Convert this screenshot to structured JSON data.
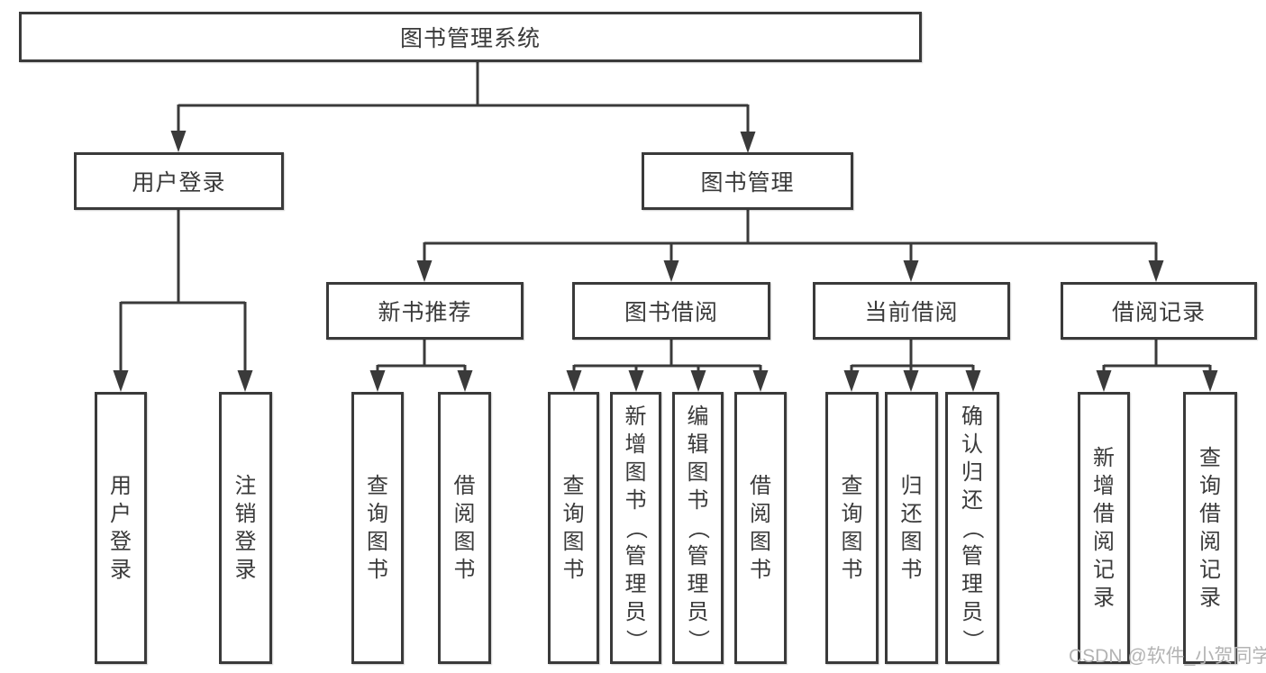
{
  "nodes": {
    "root": "图书管理系统",
    "user_login": "用户登录",
    "book_mgmt": "图书管理",
    "new_book_rec": "新书推荐",
    "book_borrow": "图书借阅",
    "current_borrow": "当前借阅",
    "borrow_records": "借阅记录",
    "leaf_user_login": "用户登录",
    "leaf_logout": "注销登录",
    "leaf_query_book_rec": "查询图书",
    "leaf_borrow_book_rec": "借阅图书",
    "leaf_query_book_borrow": "查询图书",
    "leaf_add_book_admin": "新增图书（管理员）",
    "leaf_edit_book_admin": "编辑图书（管理员）",
    "leaf_borrow_book_borrow": "借阅图书",
    "leaf_query_book_current": "查询图书",
    "leaf_return_book": "归还图书",
    "leaf_confirm_return_admin": "确认归还（管理员）",
    "leaf_add_borrow_record": "新增借阅记录",
    "leaf_query_borrow_record": "查询借阅记录"
  },
  "watermark": "CSDN @软件_小贺同学",
  "colors": {
    "line": "#3a3a3a",
    "text": "#3a3a3a",
    "watermark": "#b3b3b3",
    "background": "#ffffff"
  }
}
